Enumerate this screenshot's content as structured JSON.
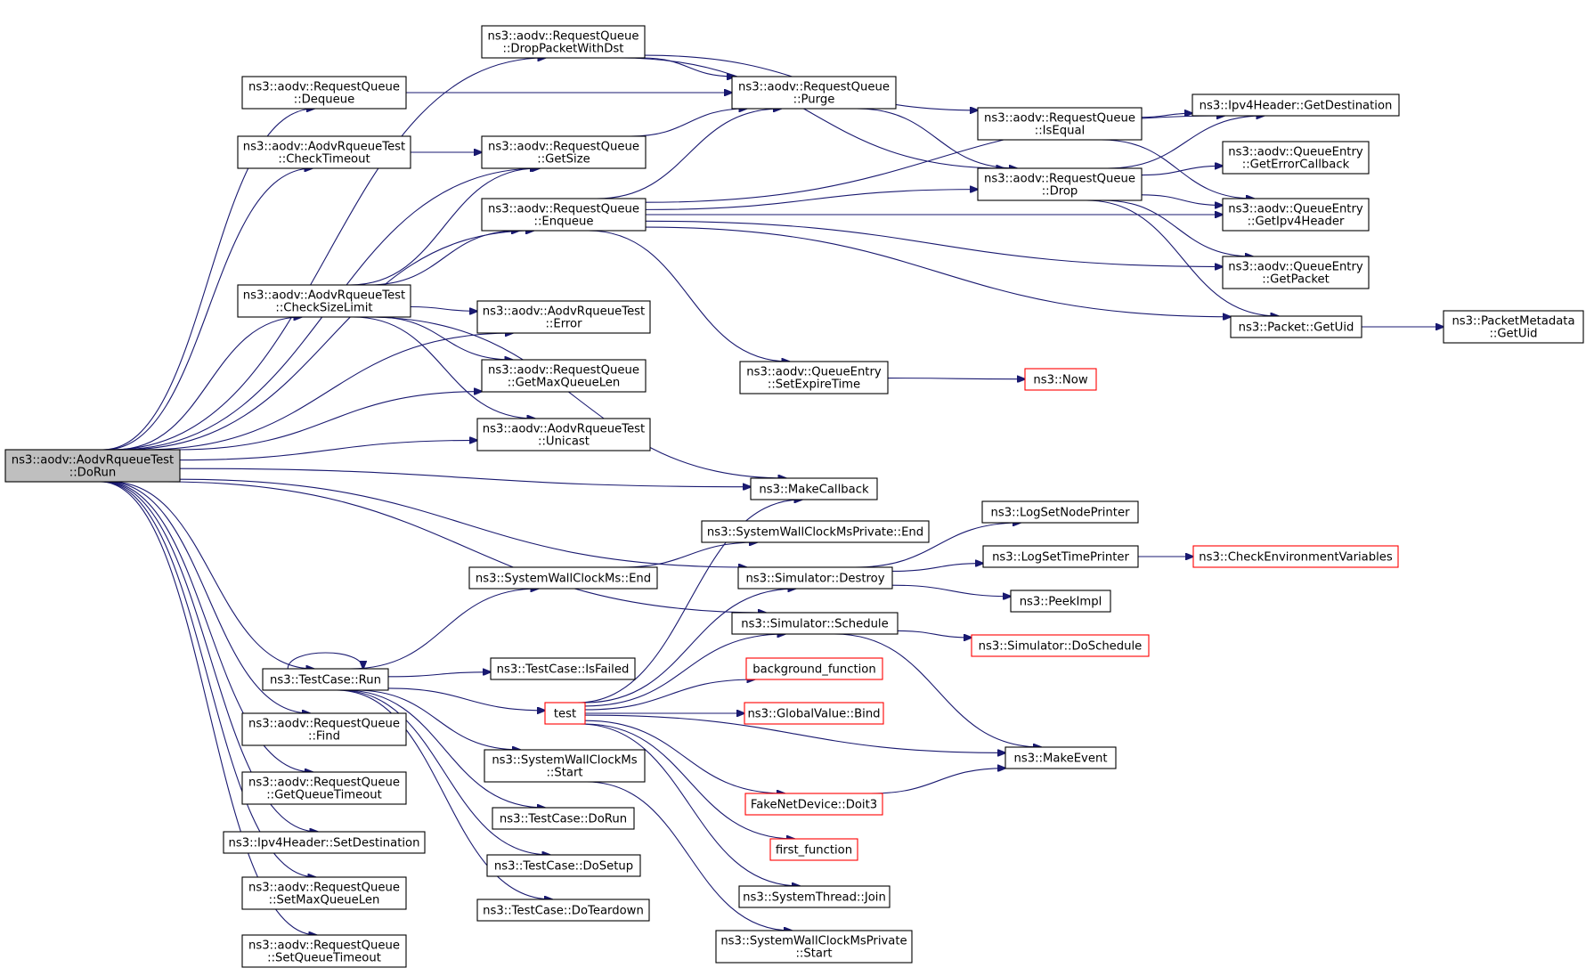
{
  "colors": {
    "edge": "#191970",
    "node_border": "#000000",
    "node_border_red": "#ff0000",
    "root_fill": "#bfbfbf",
    "background": "#ffffff"
  },
  "nodes": {
    "dorun_root": [
      "ns3::aodv::AodvRqueueTest",
      "::DoRun"
    ],
    "rq_dropwithdst": [
      "ns3::aodv::RequestQueue",
      "::DropPacketWithDst"
    ],
    "rq_dequeue": [
      "ns3::aodv::RequestQueue",
      "::Dequeue"
    ],
    "rq_purge": [
      "ns3::aodv::RequestQueue",
      "::Purge"
    ],
    "test_checktimeout": [
      "ns3::aodv::AodvRqueueTest",
      "::CheckTimeout"
    ],
    "rq_getsize": [
      "ns3::aodv::RequestQueue",
      "::GetSize"
    ],
    "rq_enqueue": [
      "ns3::aodv::RequestQueue",
      "::Enqueue"
    ],
    "rq_isequal": [
      "ns3::aodv::RequestQueue",
      "::IsEqual"
    ],
    "rq_drop": [
      "ns3::aodv::RequestQueue",
      "::Drop"
    ],
    "ipv4_getdest": [
      "ns3::Ipv4Header::GetDestination"
    ],
    "qe_geterrorcb": [
      "ns3::aodv::QueueEntry",
      "::GetErrorCallback"
    ],
    "qe_getipv4header": [
      "ns3::aodv::QueueEntry",
      "::GetIpv4Header"
    ],
    "qe_getpacket": [
      "ns3::aodv::QueueEntry",
      "::GetPacket"
    ],
    "packet_getuid": [
      "ns3::Packet::GetUid"
    ],
    "pm_getuid": [
      "ns3::PacketMetadata",
      "::GetUid"
    ],
    "test_checksizelimit": [
      "ns3::aodv::AodvRqueueTest",
      "::CheckSizeLimit"
    ],
    "test_error": [
      "ns3::aodv::AodvRqueueTest",
      "::Error"
    ],
    "rq_getmaxqueuelen": [
      "ns3::aodv::RequestQueue",
      "::GetMaxQueueLen"
    ],
    "test_unicast": [
      "ns3::aodv::AodvRqueueTest",
      "::Unicast"
    ],
    "qe_setexpiretime": [
      "ns3::aodv::QueueEntry",
      "::SetExpireTime"
    ],
    "now": [
      "ns3::Now"
    ],
    "makecallback": [
      "ns3::MakeCallback"
    ],
    "swcmp_end": [
      "ns3::SystemWallClockMsPrivate::End"
    ],
    "logsetnodeprinter": [
      "ns3::LogSetNodePrinter"
    ],
    "swcm_end": [
      "ns3::SystemWallClockMs::End"
    ],
    "sim_destroy": [
      "ns3::Simulator::Destroy"
    ],
    "logsettimeprinter": [
      "ns3::LogSetTimePrinter"
    ],
    "checkenvvars": [
      "ns3::CheckEnvironmentVariables"
    ],
    "peekimpl": [
      "ns3::PeekImpl"
    ],
    "sim_schedule": [
      "ns3::Simulator::Schedule"
    ],
    "sim_doschedule": [
      "ns3::Simulator::DoSchedule"
    ],
    "testcase_run": [
      "ns3::TestCase::Run"
    ],
    "testcase_isfailed": [
      "ns3::TestCase::IsFailed"
    ],
    "background_function": [
      "background_function"
    ],
    "test": [
      "test"
    ],
    "globalvalue_bind": [
      "ns3::GlobalValue::Bind"
    ],
    "rq_find": [
      "ns3::aodv::RequestQueue",
      "::Find"
    ],
    "swcm_start": [
      "ns3::SystemWallClockMs",
      "::Start"
    ],
    "makeevent": [
      "ns3::MakeEvent"
    ],
    "rq_getqueuetimeout": [
      "ns3::aodv::RequestQueue",
      "::GetQueueTimeout"
    ],
    "fakenetdevice_doit3": [
      "FakeNetDevice::Doit3"
    ],
    "testcase_dorun": [
      "ns3::TestCase::DoRun"
    ],
    "ipv4_setdest": [
      "ns3::Ipv4Header::SetDestination"
    ],
    "first_function": [
      "first_function"
    ],
    "testcase_dosetup": [
      "ns3::TestCase::DoSetup"
    ],
    "rq_setmaxqueuelen": [
      "ns3::aodv::RequestQueue",
      "::SetMaxQueueLen"
    ],
    "systhread_join": [
      "ns3::SystemThread::Join"
    ],
    "testcase_doteardown": [
      "ns3::TestCase::DoTeardown"
    ],
    "rq_setqueuetimeout": [
      "ns3::aodv::RequestQueue",
      "::SetQueueTimeout"
    ],
    "swcmp_start": [
      "ns3::SystemWallClockMsPrivate",
      "::Start"
    ]
  },
  "red_nodes": [
    "now",
    "checkenvvars",
    "sim_doschedule",
    "background_function",
    "test",
    "globalvalue_bind",
    "fakenetdevice_doit3",
    "first_function"
  ],
  "edges": [
    [
      "dorun_root",
      "rq_dropwithdst"
    ],
    [
      "dorun_root",
      "rq_dequeue"
    ],
    [
      "dorun_root",
      "test_checktimeout"
    ],
    [
      "dorun_root",
      "rq_getsize"
    ],
    [
      "dorun_root",
      "rq_enqueue"
    ],
    [
      "dorun_root",
      "test_checksizelimit"
    ],
    [
      "dorun_root",
      "test_error"
    ],
    [
      "dorun_root",
      "rq_getmaxqueuelen"
    ],
    [
      "dorun_root",
      "test_unicast"
    ],
    [
      "dorun_root",
      "makecallback"
    ],
    [
      "dorun_root",
      "sim_destroy"
    ],
    [
      "dorun_root",
      "sim_schedule"
    ],
    [
      "dorun_root",
      "testcase_run"
    ],
    [
      "dorun_root",
      "rq_find"
    ],
    [
      "dorun_root",
      "rq_getqueuetimeout"
    ],
    [
      "dorun_root",
      "ipv4_setdest"
    ],
    [
      "dorun_root",
      "rq_setmaxqueuelen"
    ],
    [
      "dorun_root",
      "rq_setqueuetimeout"
    ],
    [
      "rq_dropwithdst",
      "rq_purge"
    ],
    [
      "rq_dropwithdst",
      "rq_isequal"
    ],
    [
      "rq_dropwithdst",
      "rq_drop"
    ],
    [
      "rq_dequeue",
      "rq_purge"
    ],
    [
      "test_checktimeout",
      "rq_getsize"
    ],
    [
      "rq_getsize",
      "rq_purge"
    ],
    [
      "rq_enqueue",
      "rq_purge"
    ],
    [
      "rq_enqueue",
      "ipv4_getdest"
    ],
    [
      "rq_enqueue",
      "rq_drop"
    ],
    [
      "rq_enqueue",
      "qe_getipv4header"
    ],
    [
      "rq_enqueue",
      "qe_getpacket"
    ],
    [
      "rq_enqueue",
      "packet_getuid"
    ],
    [
      "rq_enqueue",
      "qe_setexpiretime"
    ],
    [
      "rq_purge",
      "rq_drop"
    ],
    [
      "rq_isequal",
      "ipv4_getdest"
    ],
    [
      "rq_isequal",
      "qe_getipv4header"
    ],
    [
      "rq_drop",
      "ipv4_getdest"
    ],
    [
      "rq_drop",
      "qe_geterrorcb"
    ],
    [
      "rq_drop",
      "qe_getipv4header"
    ],
    [
      "rq_drop",
      "qe_getpacket"
    ],
    [
      "rq_drop",
      "packet_getuid"
    ],
    [
      "packet_getuid",
      "pm_getuid"
    ],
    [
      "test_checksizelimit",
      "rq_getsize"
    ],
    [
      "test_checksizelimit",
      "rq_enqueue"
    ],
    [
      "test_checksizelimit",
      "makecallback"
    ],
    [
      "test_checksizelimit",
      "test_error"
    ],
    [
      "test_checksizelimit",
      "rq_getmaxqueuelen"
    ],
    [
      "test_checksizelimit",
      "test_unicast"
    ],
    [
      "qe_setexpiretime",
      "now"
    ],
    [
      "sim_destroy",
      "logsetnodeprinter"
    ],
    [
      "sim_destroy",
      "logsettimeprinter"
    ],
    [
      "sim_destroy",
      "peekimpl"
    ],
    [
      "logsettimeprinter",
      "checkenvvars"
    ],
    [
      "sim_schedule",
      "sim_doschedule"
    ],
    [
      "sim_schedule",
      "makeevent"
    ],
    [
      "swcm_end",
      "swcmp_end"
    ],
    [
      "testcase_run",
      "testcase_run"
    ],
    [
      "testcase_run",
      "swcm_end"
    ],
    [
      "testcase_run",
      "testcase_isfailed"
    ],
    [
      "testcase_run",
      "test"
    ],
    [
      "testcase_run",
      "swcm_start"
    ],
    [
      "testcase_run",
      "testcase_dorun"
    ],
    [
      "testcase_run",
      "testcase_dosetup"
    ],
    [
      "testcase_run",
      "testcase_doteardown"
    ],
    [
      "test",
      "makecallback"
    ],
    [
      "test",
      "sim_destroy"
    ],
    [
      "test",
      "sim_schedule"
    ],
    [
      "test",
      "background_function"
    ],
    [
      "test",
      "globalvalue_bind"
    ],
    [
      "test",
      "makeevent"
    ],
    [
      "test",
      "fakenetdevice_doit3"
    ],
    [
      "test",
      "first_function"
    ],
    [
      "test",
      "systhread_join"
    ],
    [
      "fakenetdevice_doit3",
      "makeevent"
    ],
    [
      "swcm_start",
      "swcmp_start"
    ]
  ]
}
